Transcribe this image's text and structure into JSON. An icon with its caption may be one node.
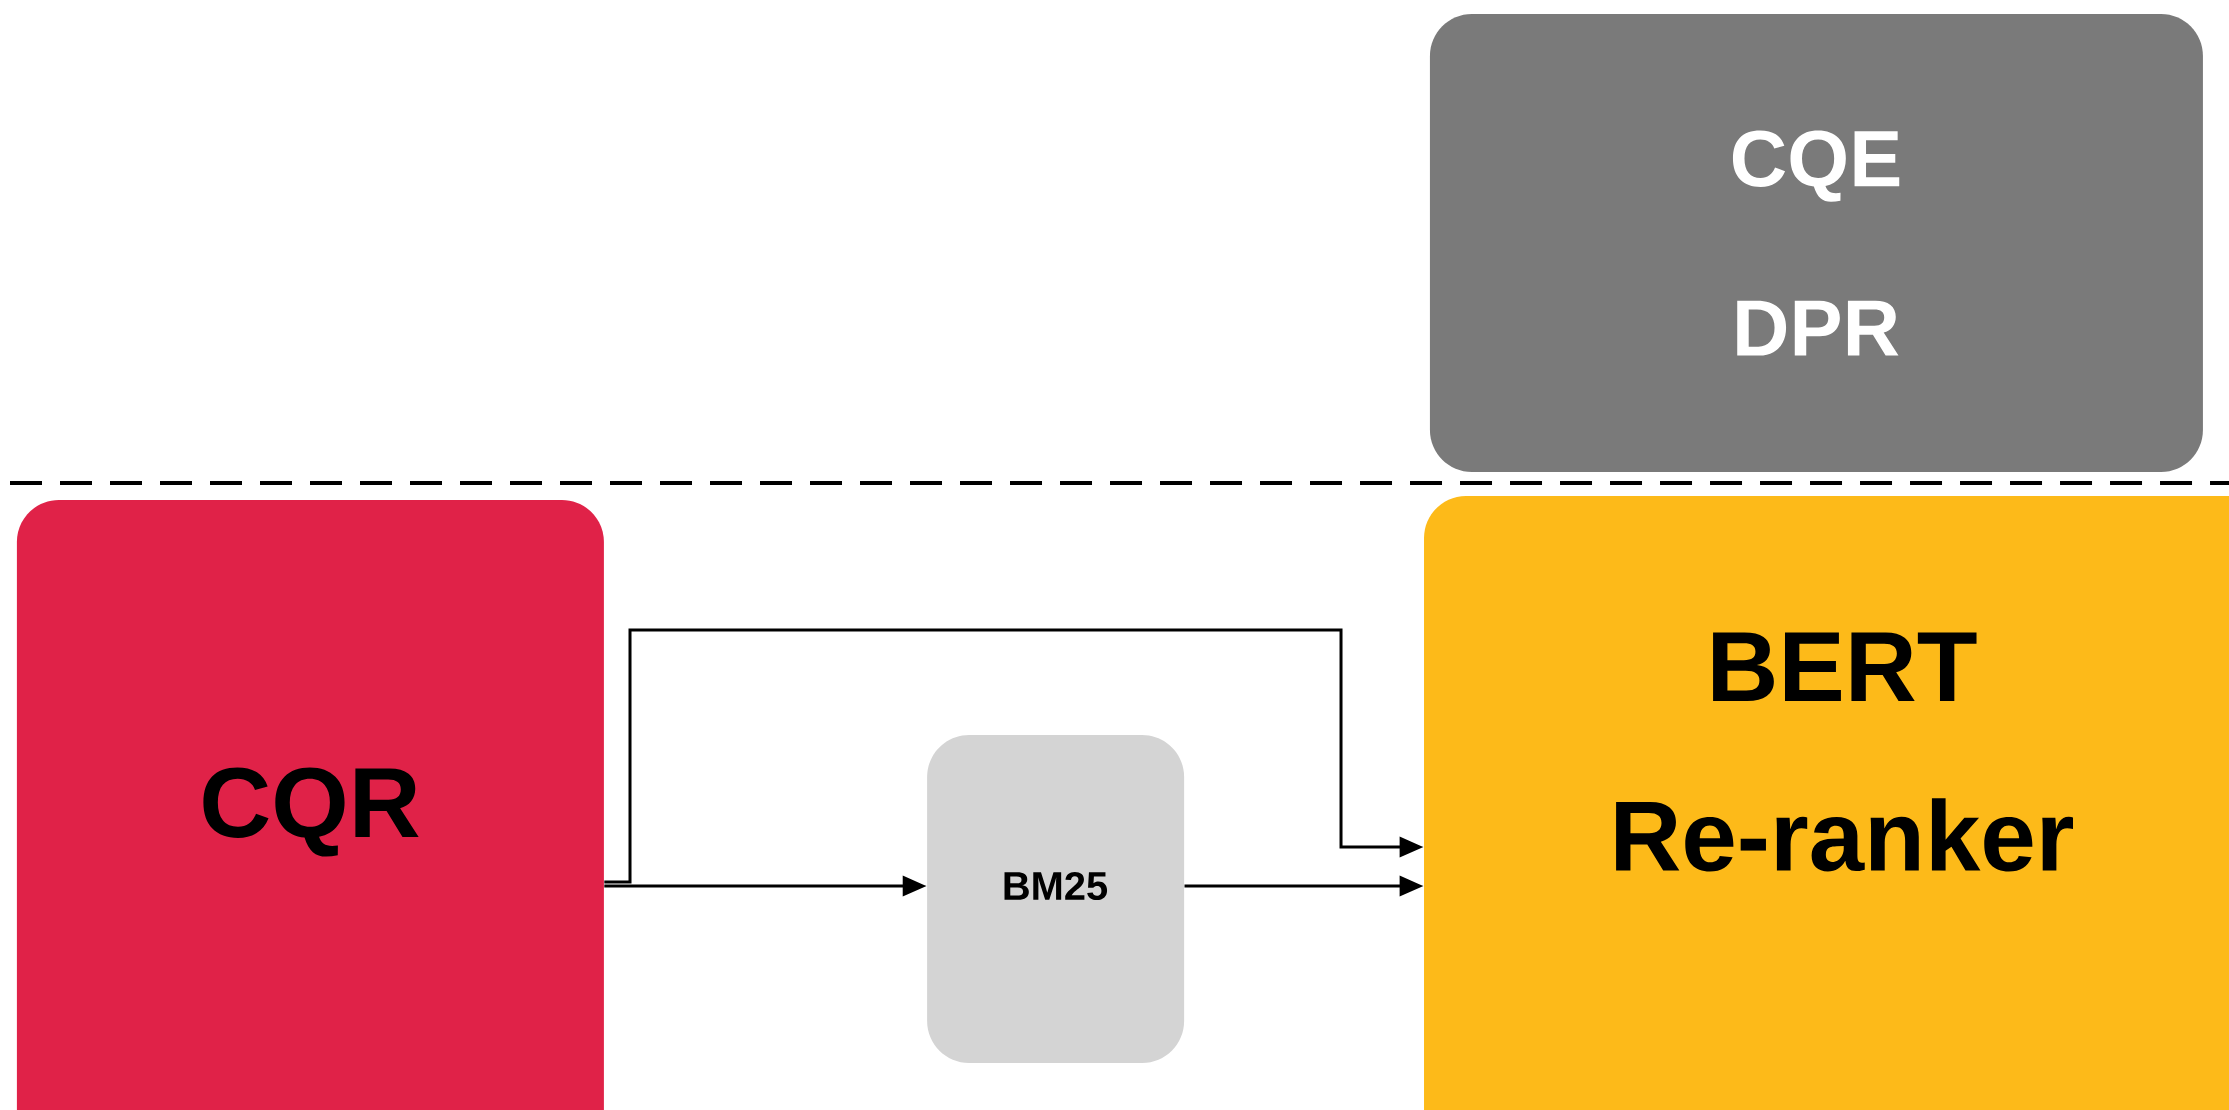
{
  "diagram": {
    "nodes": [
      {
        "text": [
          "CQE DPR"
        ]
      },
      {
        "text": [
          "CQR"
        ]
      },
      {
        "text": [
          "BM25"
        ]
      },
      {
        "text": [
          "BERT Re-ranker"
        ]
      }
    ],
    "edges": [
      {
        "from": 1,
        "to": 2,
        "arrow": "to"
      },
      {
        "from": 2,
        "to": 3,
        "arrow": "to"
      },
      {
        "from": 1,
        "to": 3,
        "arrow": "to"
      }
    ]
  }
}
